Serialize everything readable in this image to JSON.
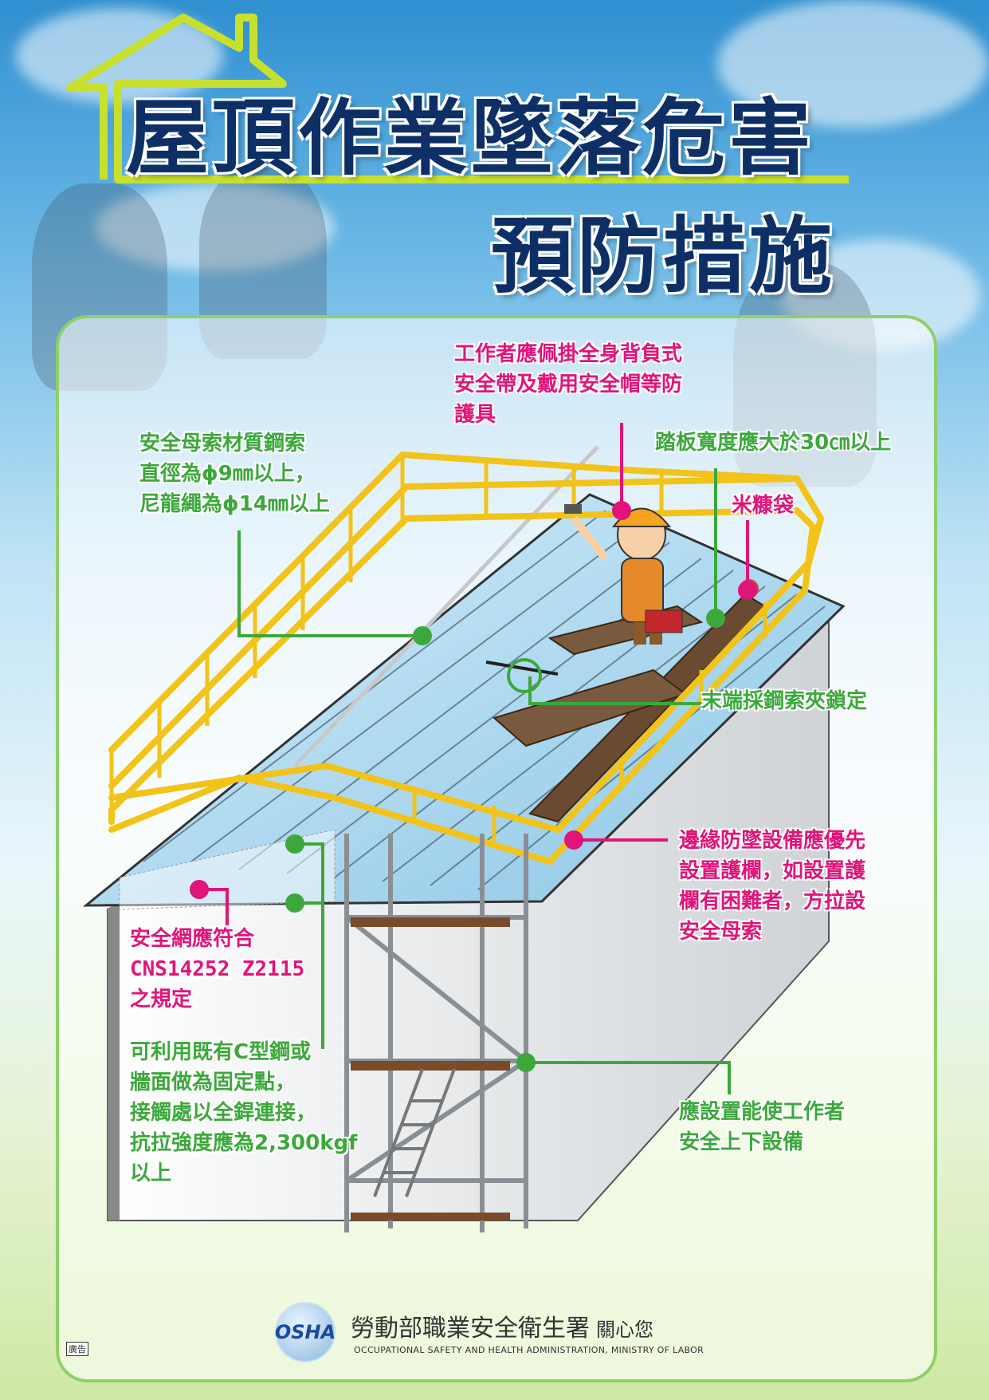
{
  "title": {
    "line1": "屋頂作業墜落危害",
    "line2": "預防措施"
  },
  "labels": {
    "worker_ppe": "工作者應佩掛全身背負式\n安全帶及戴用安全帽等防\n護具",
    "lifeline": "安全母索材質鋼索\n直徑為ϕ9㎜以上，\n尼龍繩為ϕ14㎜以上",
    "plank": "踏板寬度應大於30㎝以上",
    "rice_bag": "米糠袋",
    "end_clamp": "末端採鋼索夾鎖定",
    "edge_guard": "邊緣防墜設備應優先\n設置護欄，如設置護\n欄有困難者，方拉設\n安全母索",
    "safety_net": "安全網應符合\nCNS14252 Z2115\n之規定",
    "anchor": "可利用既有C型鋼或\n牆面做為固定點，\n接觸處以全銲連接，\n抗拉強度應為2,300kgf\n以上",
    "access": "應設置能使工作者\n安全上下設備"
  },
  "footer": {
    "logo_text": "OSHA",
    "agency": "勞動部職業安全衛生署",
    "care": "關心您",
    "agency_en": "OCCUPATIONAL SAFETY AND HEALTH ADMINISTRATION, MINISTRY OF LABOR",
    "ad_tag": "廣告"
  },
  "colors": {
    "title": "#0d2f66",
    "green_callout": "#3ca83c",
    "pink_callout": "#e0147a",
    "railing": "#f2c318",
    "roof": "#a9d6ee"
  }
}
